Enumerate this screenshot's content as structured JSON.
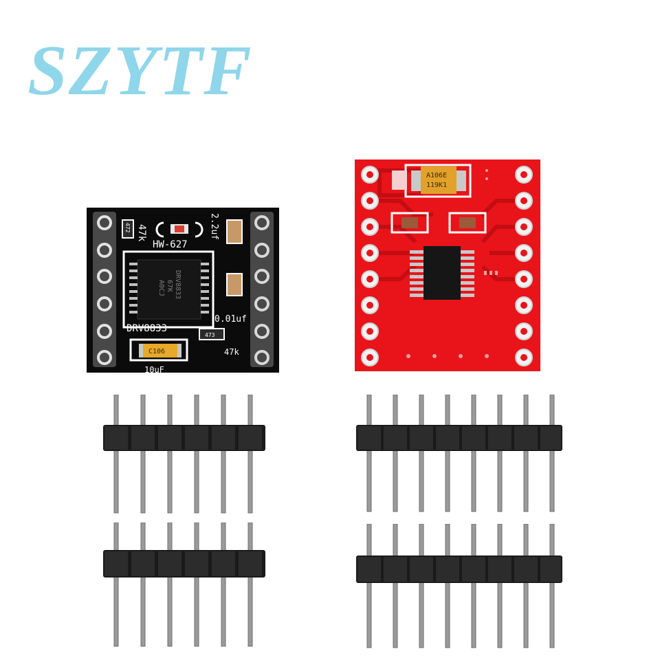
{
  "logo": {
    "text": "SZYTF",
    "color": "#8fd6ea"
  },
  "black_board": {
    "color": "#0b0b0b",
    "labels": {
      "model": "HW-627",
      "chip": "DRV8833",
      "r_top": "47k",
      "r_small": "472",
      "c_top": "2.2uf",
      "c_mid": "0.01uf",
      "r_bottom": "47k",
      "r_bottom_small": "473",
      "cap_value": "10uF",
      "cap_code": "C106",
      "chip_mark_1": "DRV8833",
      "chip_mark_2": "67K",
      "chip_mark_3": "A0CJ"
    }
  },
  "red_board": {
    "color": "#e8141a",
    "labels": {
      "cap_line_1": "A106E",
      "cap_line_2": "119K1"
    }
  },
  "headers": {
    "pin_color": "#9a9a9a",
    "body_color": "#1a1a1a"
  }
}
